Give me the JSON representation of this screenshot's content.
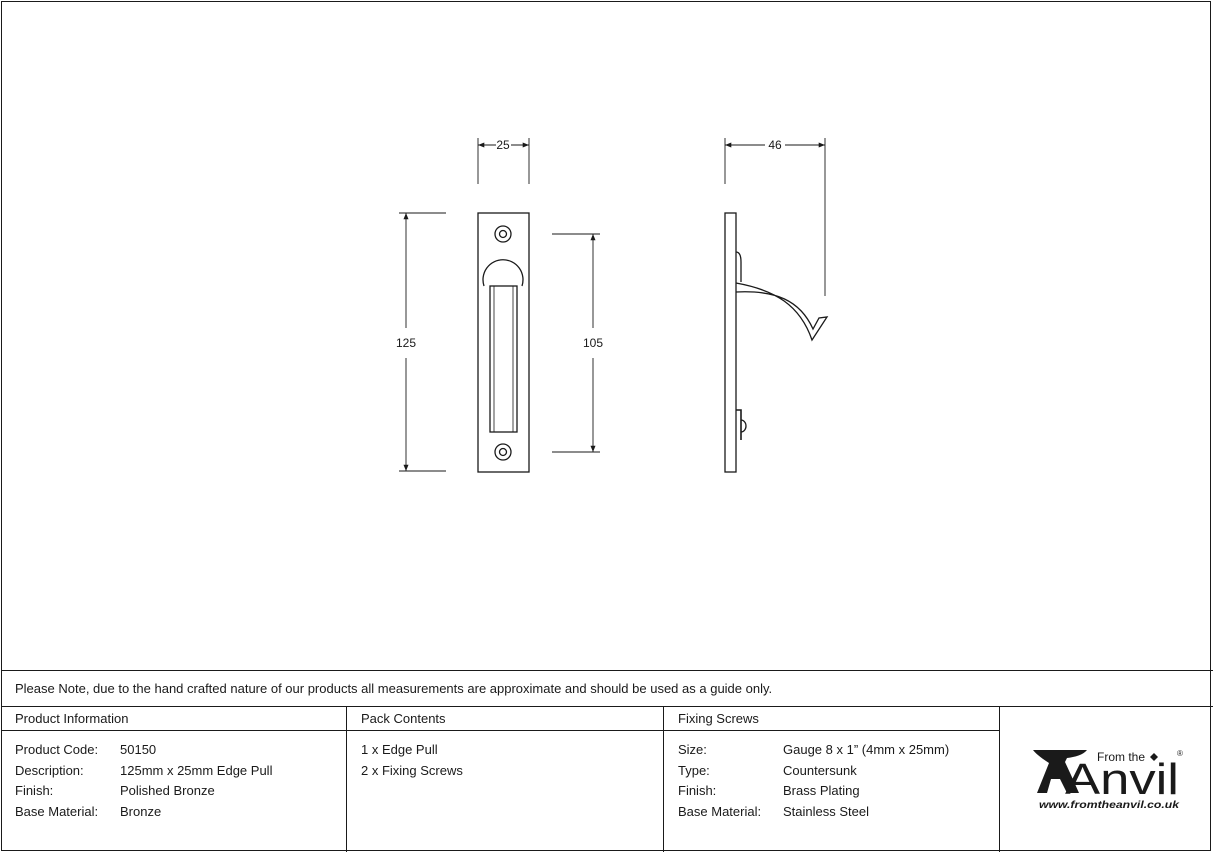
{
  "drawing": {
    "front_width_dim": "25",
    "front_height_dim": "125",
    "inner_height_dim": "105",
    "side_depth_dim": "46"
  },
  "note": "Please Note, due to the hand crafted nature of our products all measurements are approximate and should be used as a guide only.",
  "product_information": {
    "title": "Product Information",
    "rows": [
      {
        "label": "Product Code:",
        "value": "50150"
      },
      {
        "label": "Description:",
        "value": "125mm x 25mm Edge Pull"
      },
      {
        "label": "Finish:",
        "value": "Polished Bronze"
      },
      {
        "label": "Base Material:",
        "value": "Bronze"
      }
    ]
  },
  "pack_contents": {
    "title": "Pack Contents",
    "items": [
      "1 x Edge Pull",
      "2 x Fixing Screws"
    ]
  },
  "fixing_screws": {
    "title": "Fixing Screws",
    "rows": [
      {
        "label": "Size:",
        "value": "Gauge 8 x 1” (4mm x 25mm)"
      },
      {
        "label": "Type:",
        "value": "Countersunk"
      },
      {
        "label": "Finish:",
        "value": "Brass Plating"
      },
      {
        "label": "Base Material:",
        "value": "Stainless Steel"
      }
    ]
  },
  "logo": {
    "from_the": "From the",
    "brand": "Anvil",
    "registered": "®",
    "url": "www.fromtheanvil.co.uk"
  },
  "colors": {
    "line": "#1a1a1a",
    "background": "#ffffff"
  }
}
